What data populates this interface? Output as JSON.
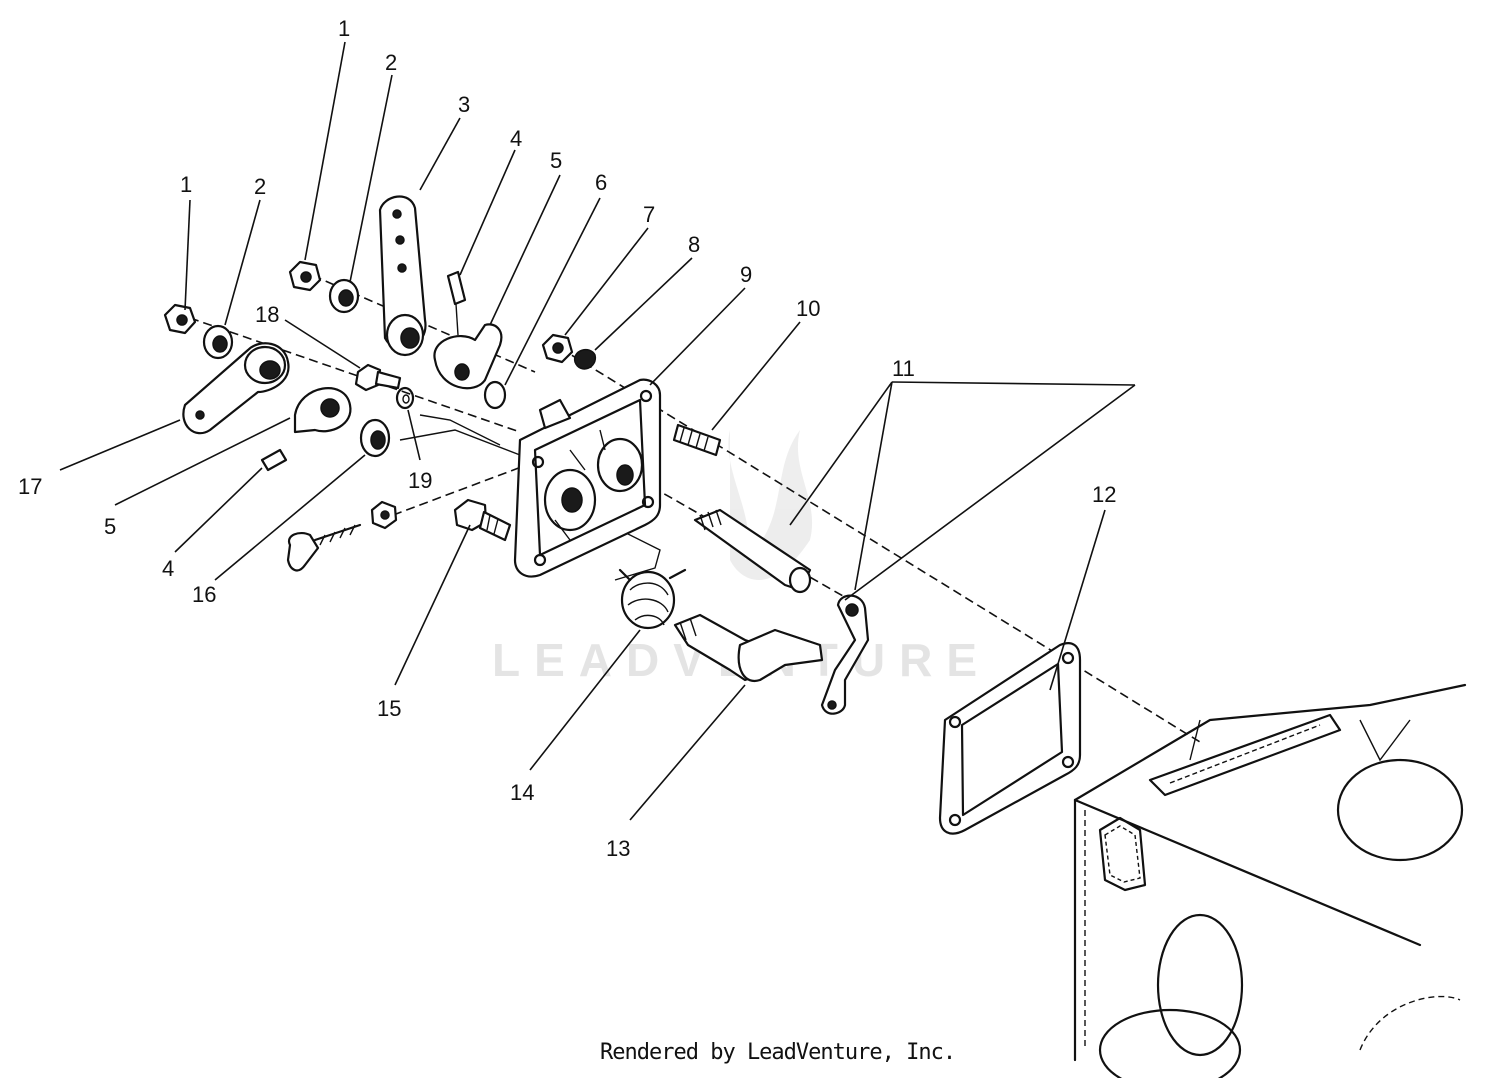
{
  "watermark": {
    "text": "LEADVENTURE"
  },
  "credit": "Rendered by LeadVenture, Inc.",
  "callouts": [
    {
      "id": "c1a",
      "label": "1"
    },
    {
      "id": "c2a",
      "label": "2"
    },
    {
      "id": "c1b",
      "label": "1"
    },
    {
      "id": "c2b",
      "label": "2"
    },
    {
      "id": "c3",
      "label": "3"
    },
    {
      "id": "c4a",
      "label": "4"
    },
    {
      "id": "c5a",
      "label": "5"
    },
    {
      "id": "c6",
      "label": "6"
    },
    {
      "id": "c7",
      "label": "7"
    },
    {
      "id": "c8",
      "label": "8"
    },
    {
      "id": "c9",
      "label": "9"
    },
    {
      "id": "c10",
      "label": "10"
    },
    {
      "id": "c11",
      "label": "11"
    },
    {
      "id": "c12",
      "label": "12"
    },
    {
      "id": "c13",
      "label": "13"
    },
    {
      "id": "c14",
      "label": "14"
    },
    {
      "id": "c15",
      "label": "15"
    },
    {
      "id": "c16",
      "label": "16"
    },
    {
      "id": "c17",
      "label": "17"
    },
    {
      "id": "c18",
      "label": "18"
    },
    {
      "id": "c19",
      "label": "19"
    },
    {
      "id": "c5b",
      "label": "5"
    },
    {
      "id": "c4b",
      "label": "4"
    }
  ]
}
